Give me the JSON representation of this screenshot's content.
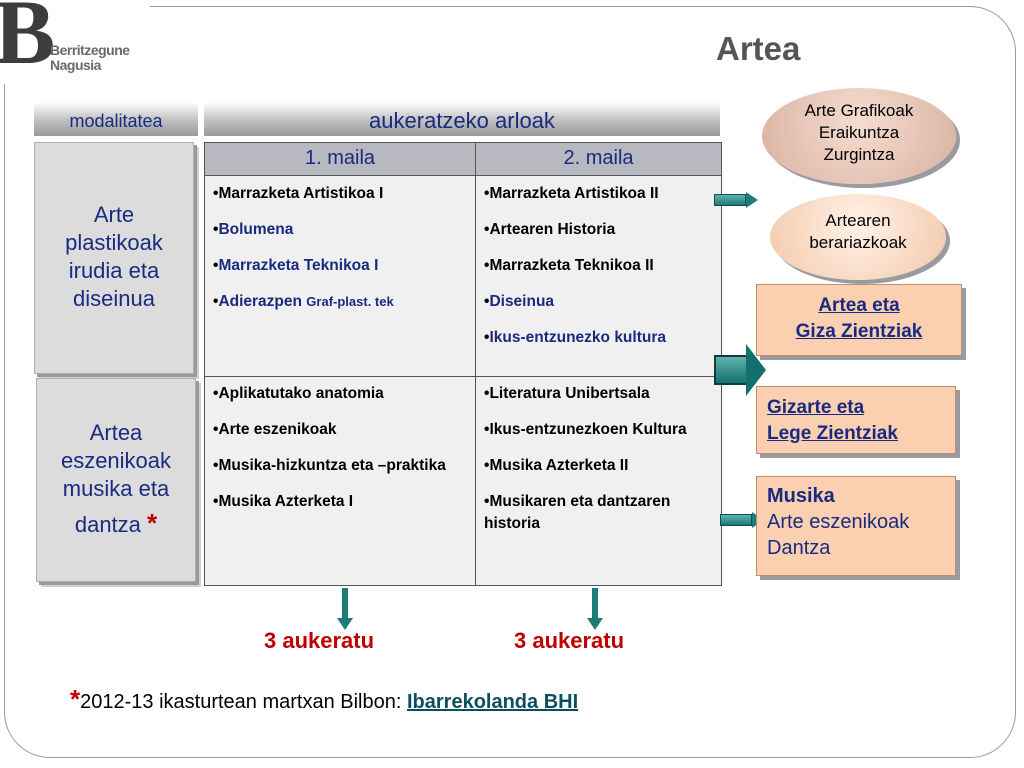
{
  "logo": {
    "letter": "B",
    "line1": "Berritzegune",
    "line2": "Nagusia"
  },
  "title": "Artea",
  "headers": {
    "modalitatea": "modalitatea",
    "aukeratzeko": "aukeratzeko  arloak"
  },
  "columns": {
    "col1": "1. maila",
    "col2": "2. maila"
  },
  "modalities": {
    "plastikoak": [
      "Arte",
      "plastikoak",
      "irudia eta",
      "diseinua"
    ],
    "eszenikoak": [
      "Artea",
      "eszenikoak",
      "musika eta",
      "dantza"
    ],
    "star": "*"
  },
  "bullet": "•",
  "grid": {
    "r1c1": [
      {
        "text": "Marrazketa Artistikoa I",
        "blue": false
      },
      {
        "text": "Bolumena",
        "blue": true
      },
      {
        "text": "Marrazketa Teknikoa I",
        "blue": true
      },
      {
        "text": "Adierazpen ",
        "blue": true,
        "small": "Graf-plast. tek"
      }
    ],
    "r1c2": [
      {
        "text": "Marrazketa Artistikoa II",
        "blue": false
      },
      {
        "text": "Artearen Historia",
        "blue": false
      },
      {
        "text": "Marrazketa Teknikoa II",
        "blue": false
      },
      {
        "text": "Diseinua",
        "blue": true
      },
      {
        "text": "Ikus-entzunezko kultura",
        "blue": true
      }
    ],
    "r2c1": [
      {
        "text": "Aplikatutako anatomia",
        "blue": false
      },
      {
        "text": "Arte eszenikoak",
        "blue": false
      },
      {
        "text": "Musika-hizkuntza eta –praktika",
        "blue": false
      },
      {
        "text": "Musika Azterketa I",
        "blue": false
      }
    ],
    "r2c2": [
      {
        "text": "Literatura Unibertsala",
        "blue": false
      },
      {
        "text": "Ikus-entzunezkoen Kultura",
        "blue": false
      },
      {
        "text": "Musika Azterketa II",
        "blue": false
      },
      {
        "text": "Musikaren eta dantzaren historia",
        "blue": false
      }
    ]
  },
  "ovals": {
    "grafikoak": [
      "Arte Grafikoak",
      "Eraikuntza",
      "Zurgintza"
    ],
    "berariazkoak": [
      "Artearen",
      "berariazkoak"
    ]
  },
  "boxes": {
    "giza": [
      "Artea eta ",
      "Giza Zientziak"
    ],
    "gizarte": [
      "Gizarte eta",
      "Lege Zientziak"
    ],
    "musika_title": "Musika",
    "musika_lines": [
      "Arte eszenikoak",
      "Dantza"
    ]
  },
  "aukeratu": {
    "left": "3 aukeratu",
    "right": "3 aukeratu"
  },
  "footnote": {
    "star": "*",
    "text": "2012-13 ikasturtean martxan Bilbon: ",
    "link": "Ibarrekolanda BHI"
  }
}
